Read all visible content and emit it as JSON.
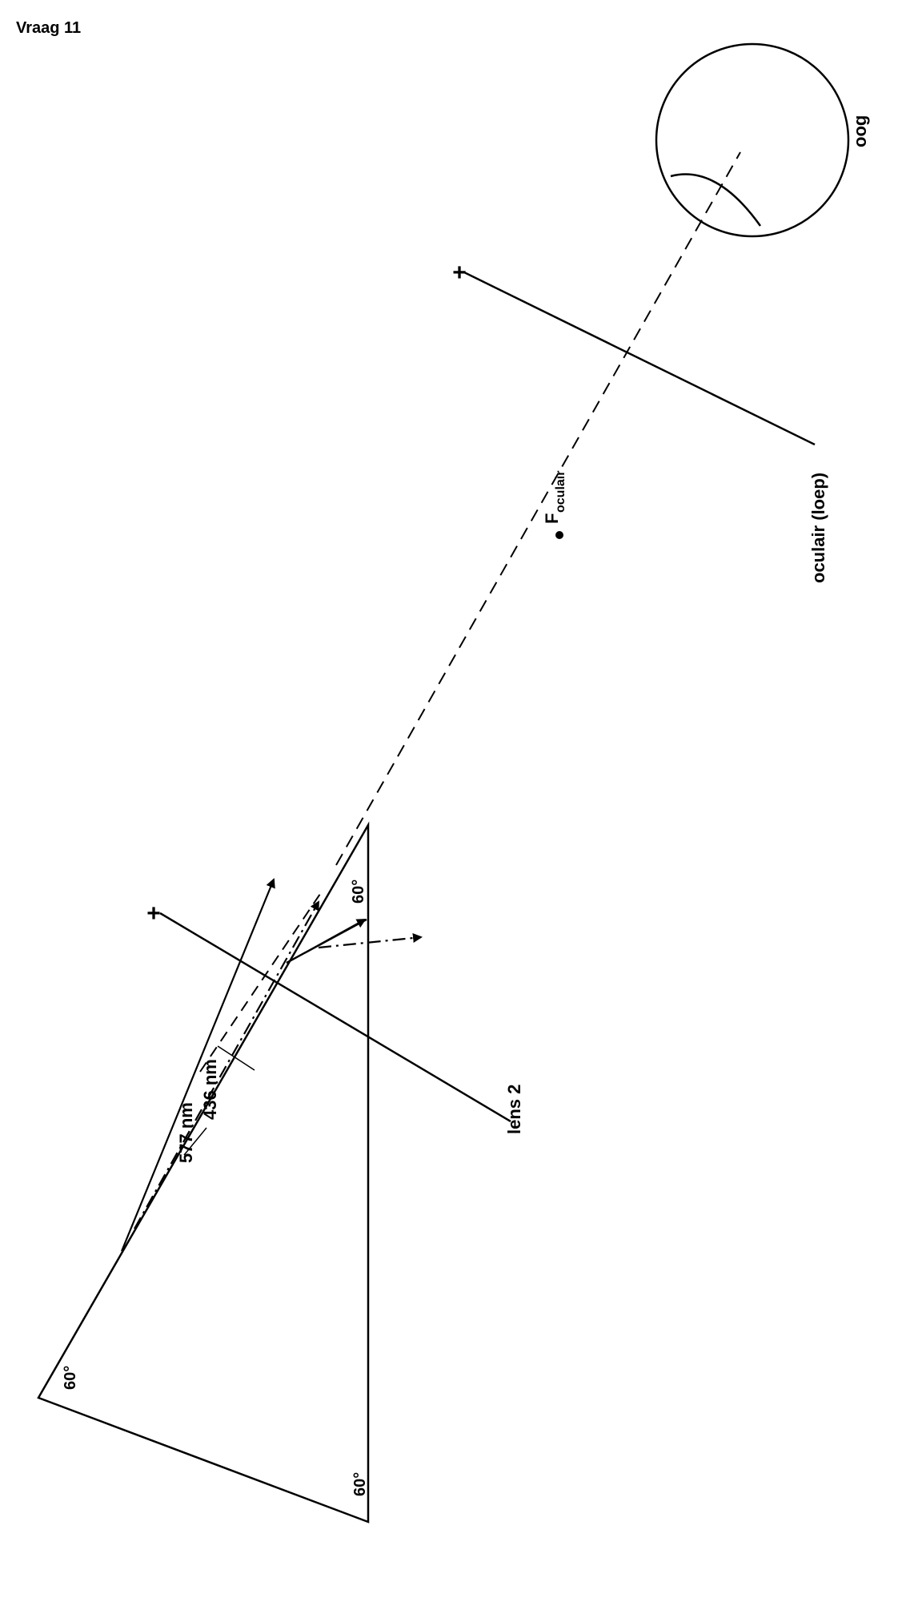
{
  "title": "Vraag 11",
  "labels": {
    "wavelength_1": "577 nm",
    "wavelength_2": "436 nm",
    "lens2": "lens 2",
    "focus_main": "F",
    "focus_sub": "oculair",
    "eyepiece": "oculair (loep)",
    "eye": "oog",
    "angle_1": "60°",
    "angle_2": "60°",
    "angle_3": "60°",
    "plus_lens2": "+",
    "plus_eyepiece": "+"
  }
}
